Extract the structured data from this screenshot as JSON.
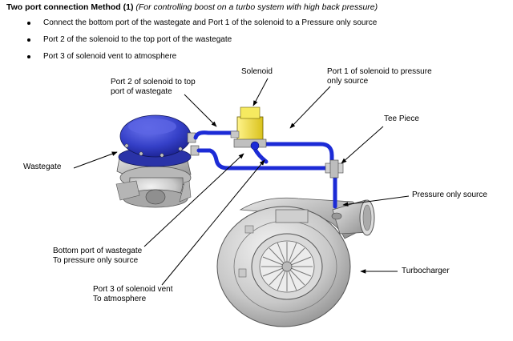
{
  "heading": {
    "bold": "Two port connection Method (1)",
    "italic": "(For controlling boost on a turbo system with high back pressure)"
  },
  "bullets": [
    "Connect the bottom port of the wastegate and Port 1 of the solenoid to a Pressure only source",
    "Port 2 of the solenoid to the top port of the wastegate",
    "Port 3 of solenoid vent to atmosphere"
  ],
  "labels": {
    "port2": [
      "Port 2 of solenoid to top",
      "port of wastegate"
    ],
    "solenoid": "Solenoid",
    "port1": [
      "Port 1 of solenoid to pressure",
      "only source"
    ],
    "tee": "Tee Piece",
    "wastegate": "Wastegate",
    "pressure_source": "Pressure only source",
    "bottom_port": [
      "Bottom port of wastegate",
      "To pressure only source"
    ],
    "turbo": "Turbocharger",
    "port3": [
      "Port 3 of solenoid vent",
      "To atmosphere"
    ]
  },
  "colors": {
    "hose": "#1c2bd6",
    "wastegate_cap": "#3540c8",
    "solenoid": "#f2e23a",
    "metal": "#c4c4c4",
    "metal_dark": "#8e8e8e"
  }
}
